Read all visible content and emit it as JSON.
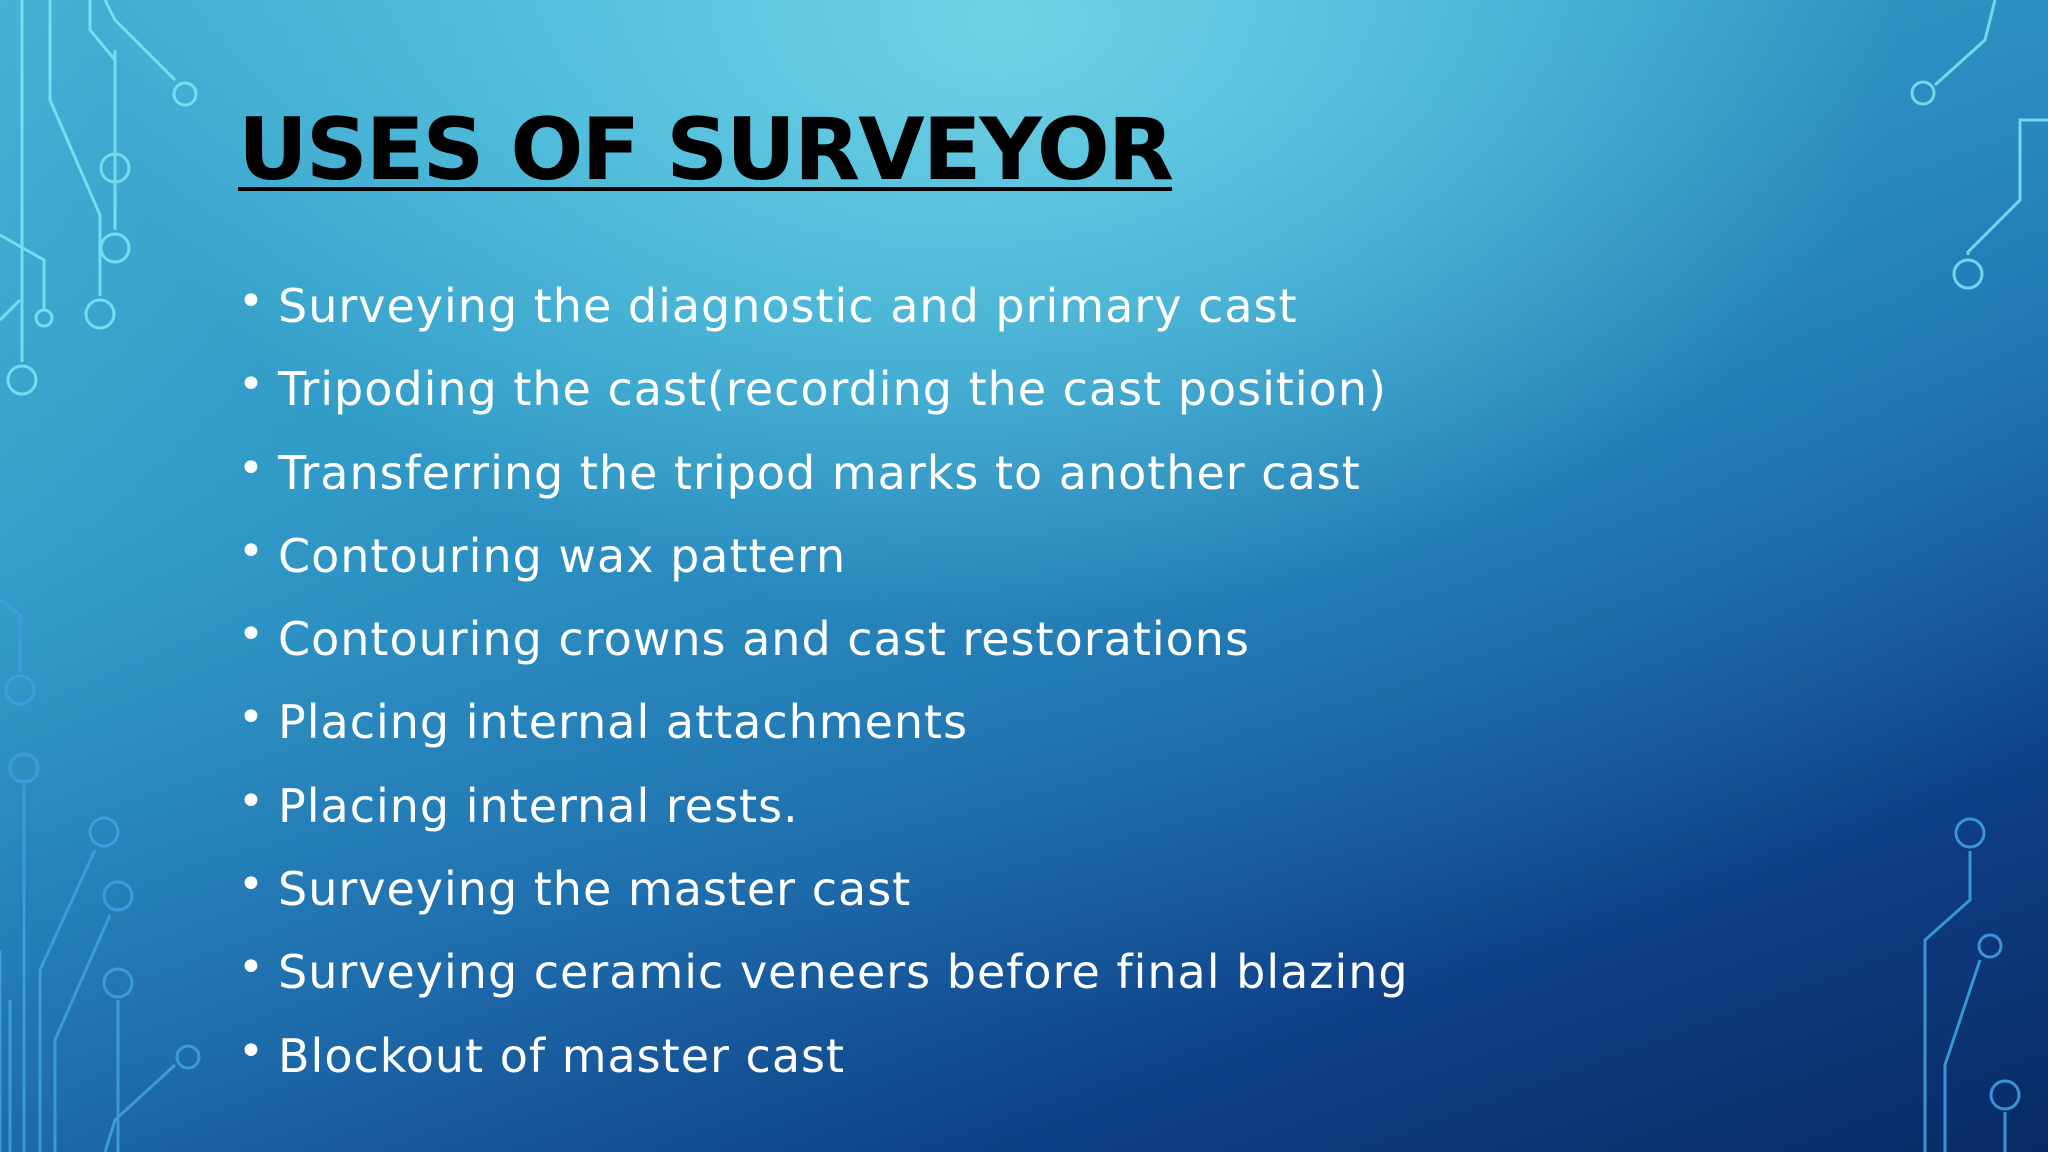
{
  "slide": {
    "title": "USES OF SURVEYOR",
    "bullets": [
      "Surveying the diagnostic and primary cast",
      "Tripoding the cast(recording the cast position)",
      "Transferring the tripod marks to another cast",
      "Contouring wax pattern",
      "Contouring crowns and cast restorations",
      "Placing internal attachments",
      "Placing internal rests.",
      "Surveying the master cast",
      "Surveying ceramic veneers before final blazing",
      "Blockout of master cast"
    ]
  },
  "colors": {
    "title": "#000000",
    "text": "#ffffff",
    "circuit_light": "#7fe6f5",
    "circuit_dark": "#3f9fe0"
  }
}
